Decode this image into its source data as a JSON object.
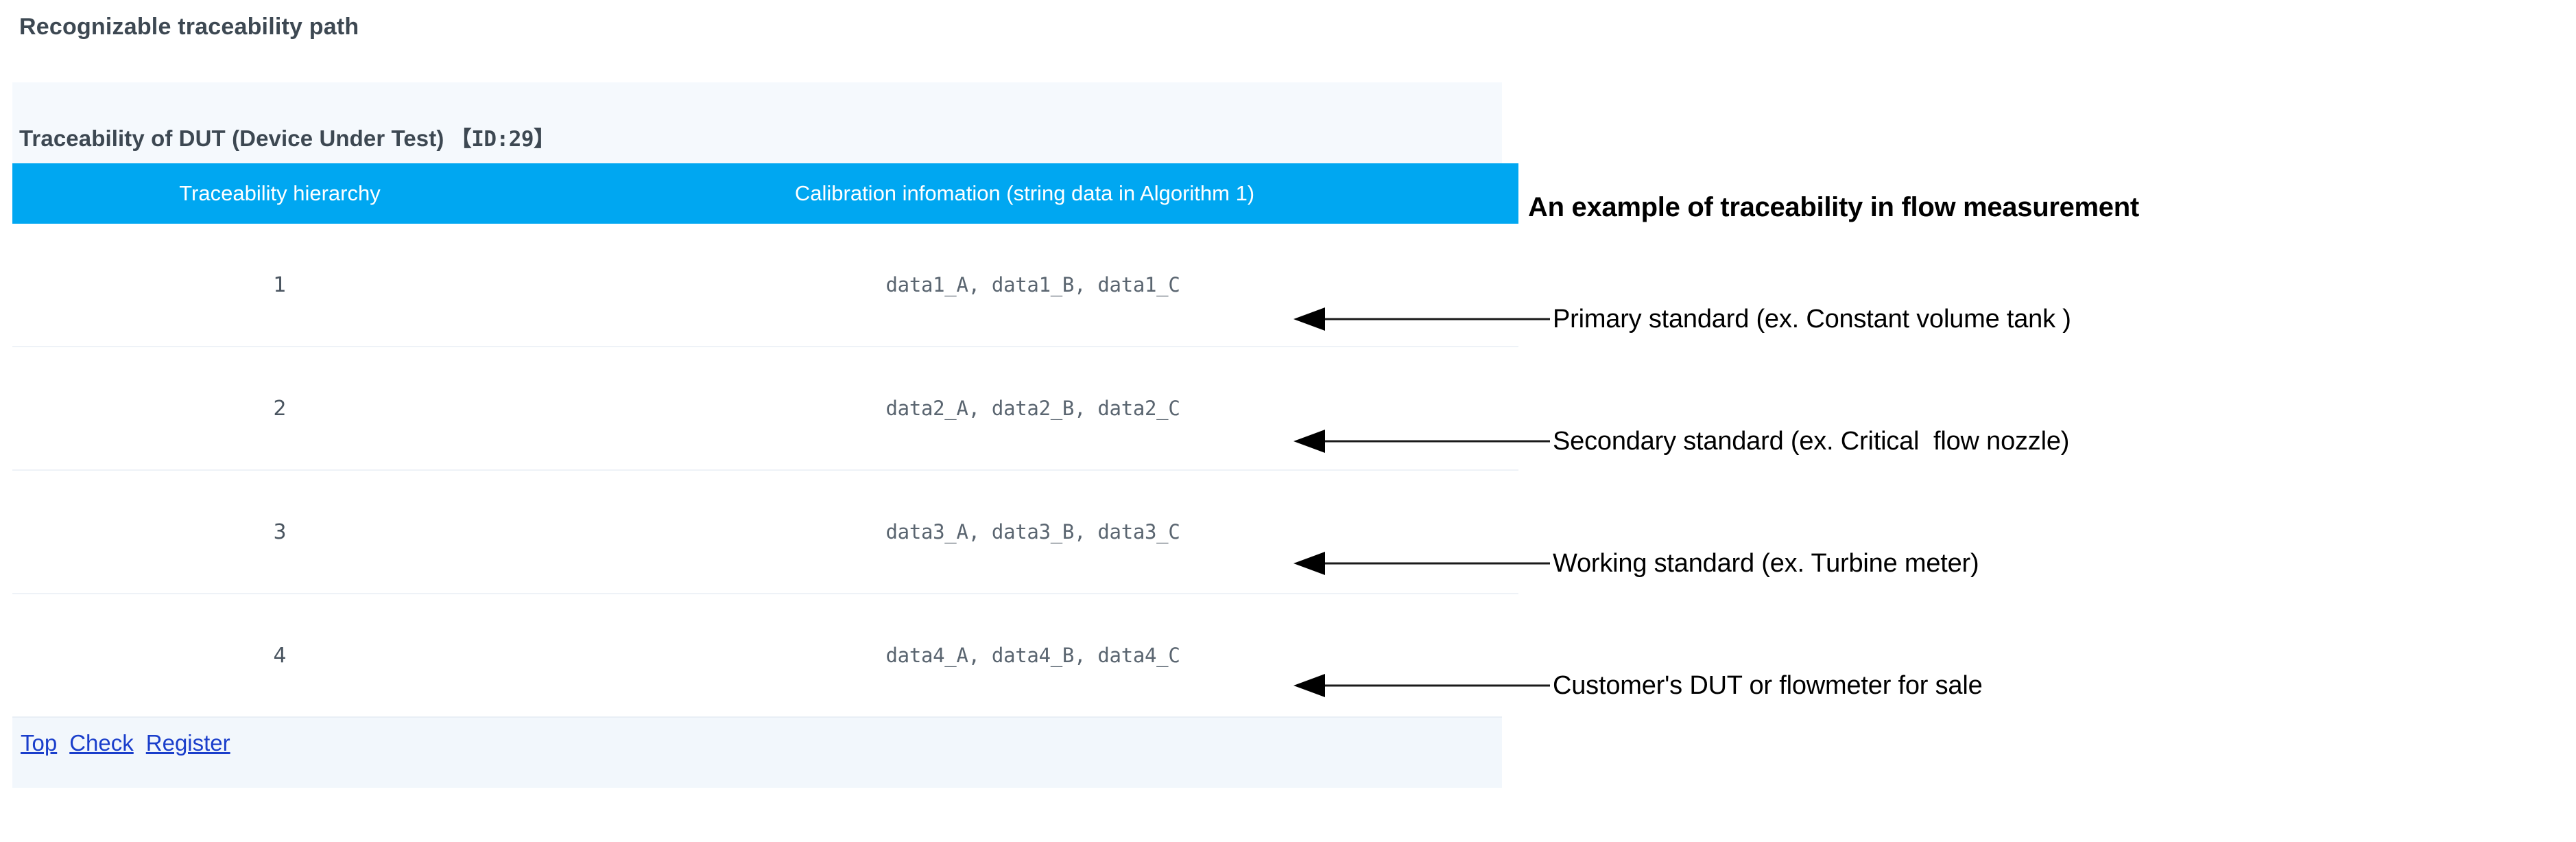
{
  "page": {
    "heading": "Recognizable traceability path"
  },
  "panel": {
    "title_main": "Traceability of DUT (Device Under Test)",
    "title_id": "【ID:29】",
    "table": {
      "columns": [
        "Traceability hierarchy",
        "Calibration infomation (string data in Algorithm 1)"
      ],
      "rows": [
        {
          "hierarchy": "1",
          "calibration": "data1_A, data1_B, data1_C"
        },
        {
          "hierarchy": "2",
          "calibration": "data2_A, data2_B, data2_C"
        },
        {
          "hierarchy": "3",
          "calibration": "data3_A, data3_B, data3_C"
        },
        {
          "hierarchy": "4",
          "calibration": "data4_A, data4_B, data4_C"
        }
      ]
    },
    "footer_links": [
      {
        "label": "Top"
      },
      {
        "label": "Check"
      },
      {
        "label": "Register"
      }
    ]
  },
  "annotations": {
    "title": "An example of traceability in flow measurement",
    "items": [
      {
        "label": "Primary standard (ex. Constant volume tank )",
        "icon": "left-arrow-icon"
      },
      {
        "label": "Secondary standard (ex. Critical  flow nozzle)",
        "icon": "left-arrow-icon"
      },
      {
        "label": "Working standard (ex. Turbine meter)",
        "icon": "left-arrow-icon"
      },
      {
        "label": "Customer's DUT or flowmeter for sale",
        "icon": "left-arrow-icon"
      }
    ]
  },
  "colors": {
    "header_blue": "#00a7f1",
    "title_band": "#f5f9fd",
    "footer_band": "#f2f7fc",
    "link_blue": "#1a3ecb",
    "heading_gray": "#3d4852",
    "row_divider": "#eef2f7"
  }
}
